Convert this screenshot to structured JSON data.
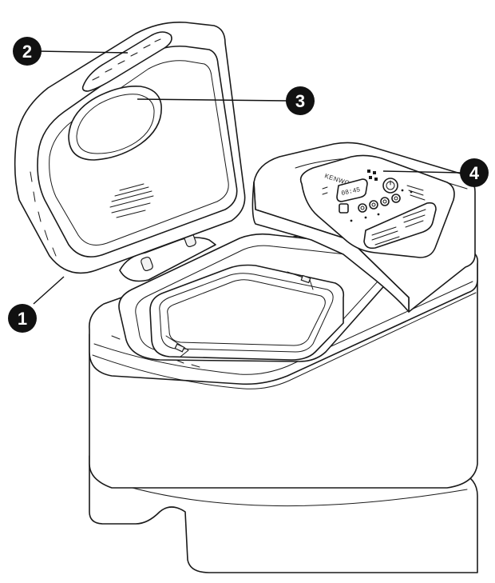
{
  "callouts": [
    {
      "id": "lid",
      "label": "1"
    },
    {
      "id": "lid-vent",
      "label": "2"
    },
    {
      "id": "viewing-window",
      "label": "3"
    },
    {
      "id": "control-panel",
      "label": "4"
    }
  ],
  "control_panel": {
    "brand": "KENWOOD",
    "display": "08:45"
  },
  "colors": {
    "outline": "#1a1a1a",
    "callout_fill": "#111111",
    "callout_text": "#ffffff"
  }
}
